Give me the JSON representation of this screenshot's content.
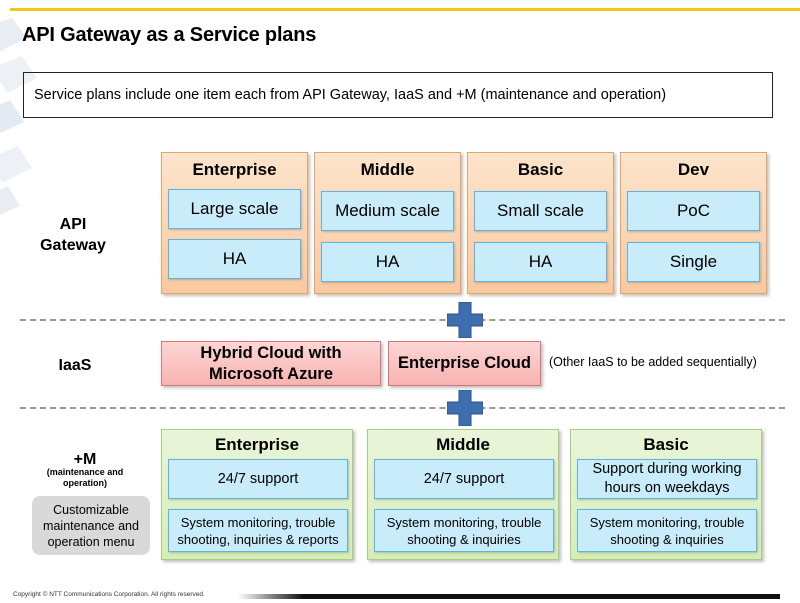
{
  "title": "API Gateway as a Service plans",
  "intro": "Service plans include one item each from API Gateway, IaaS and +M (maintenance and operation)",
  "rows": {
    "api_gateway": "API\nGateway",
    "iaas": "IaaS",
    "mplus": "+M",
    "mplus_sub": "(maintenance and operation)"
  },
  "api_plans": [
    {
      "name": "Enterprise",
      "scale": "Large scale",
      "availability": "HA"
    },
    {
      "name": "Middle",
      "scale": "Medium scale",
      "availability": "HA"
    },
    {
      "name": "Basic",
      "scale": "Small scale",
      "availability": "HA"
    },
    {
      "name": "Dev",
      "scale": "PoC",
      "availability": "Single"
    }
  ],
  "iaas": {
    "option1": "Hybrid Cloud with Microsoft Azure",
    "option2": "Enterprise Cloud",
    "note": "(Other IaaS to be added sequentially)"
  },
  "mplus_plans": [
    {
      "name": "Enterprise",
      "support": "24/7 support",
      "services": "System monitoring, trouble shooting, inquiries & reports"
    },
    {
      "name": "Middle",
      "support": "24/7 support",
      "services": "System monitoring, trouble shooting & inquiries"
    },
    {
      "name": "Basic",
      "support": "Support during working hours on weekdays",
      "services": "System monitoring, trouble shooting & inquiries"
    }
  ],
  "customizable": "Customizable maintenance and operation menu",
  "copyright": "Copyright © NTT Communications Corporation. All rights reserved.",
  "colors": {
    "accent_bar": "#f2c812",
    "api_panel": "#f9c9a0",
    "cell": "#c9ecfb",
    "iaas": "#f7b3b1",
    "mplus_panel": "#d6edb8",
    "plus": "#3d6fb0"
  },
  "icons": [
    "plus-icon",
    "plus-icon"
  ]
}
